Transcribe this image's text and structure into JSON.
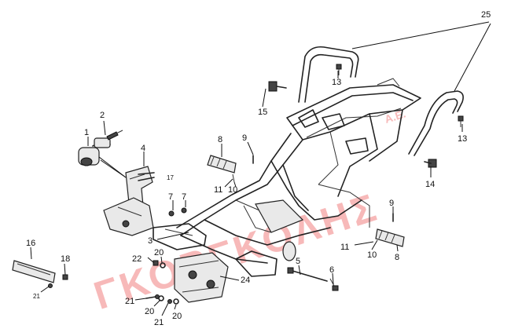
{
  "watermark": {
    "text": "ΓΚΟΡΓΚΟΛΗΣ",
    "suffix": "Α.Ε.",
    "color": "#f08080"
  },
  "callouts": {
    "c1": "1",
    "c2": "2",
    "c3": "3",
    "c4": "4",
    "c5": "5",
    "c6": "6",
    "c7a": "7",
    "c7b": "7",
    "c8a": "8",
    "c8b": "8",
    "c9a": "9",
    "c9b": "9",
    "c10a": "10",
    "c10b": "10",
    "c11a": "11",
    "c11b": "11",
    "c13a": "13",
    "c13b": "13",
    "c14": "14",
    "c15": "15",
    "c16": "16",
    "c17": "17",
    "c18": "18",
    "c20a": "20",
    "c20b": "20",
    "c20c": "20",
    "c21a": "21",
    "c21b": "21",
    "c21c": "21",
    "c22": "22",
    "c24": "24",
    "c25": "25"
  }
}
